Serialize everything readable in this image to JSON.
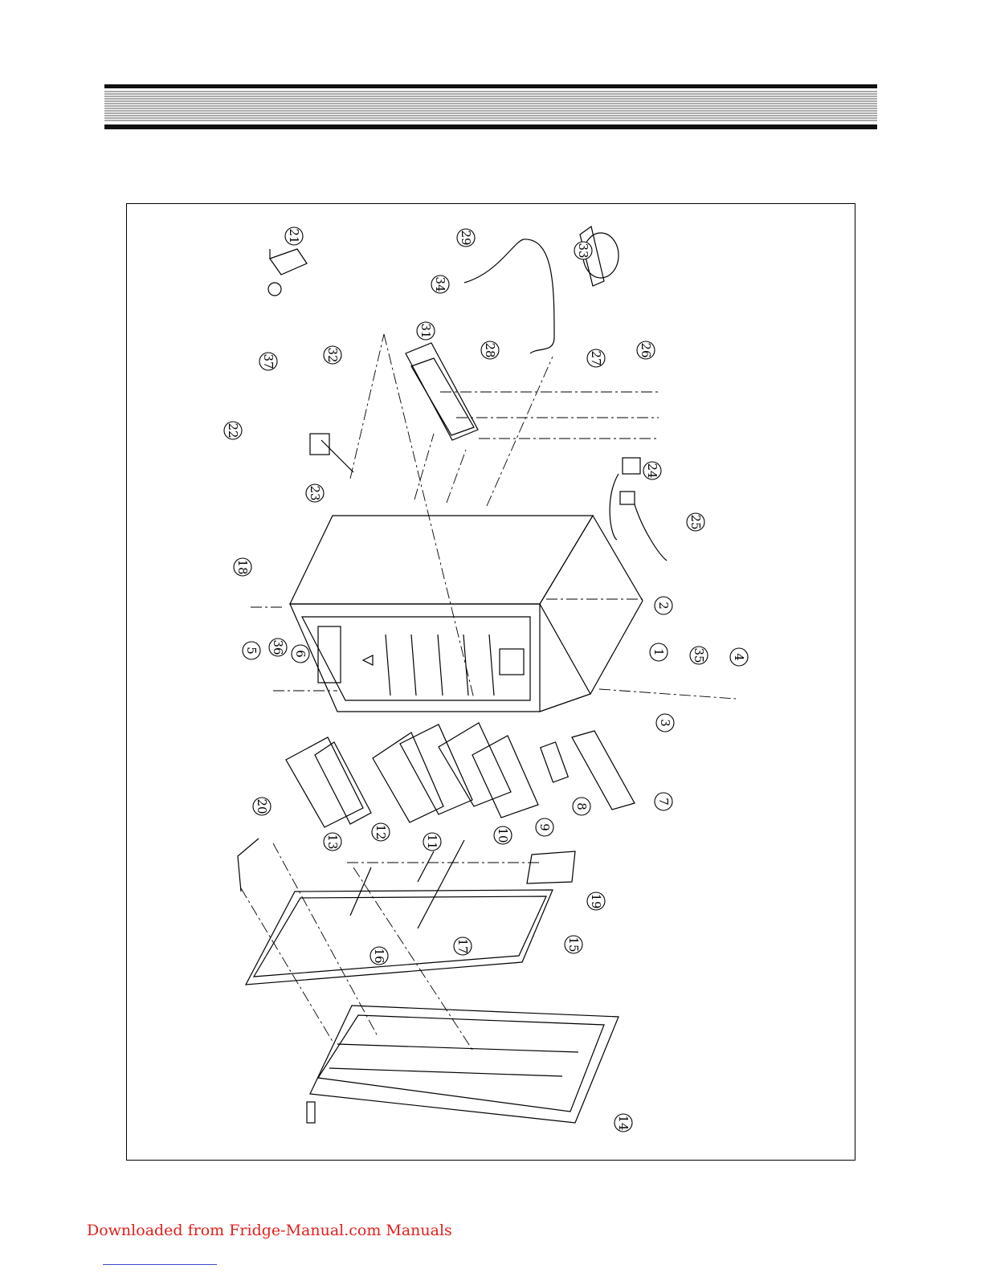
{
  "diagram": {
    "callouts": [
      "1",
      "2",
      "3",
      "4",
      "5",
      "6",
      "7",
      "8",
      "9",
      "10",
      "11",
      "12",
      "13",
      "14",
      "15",
      "16",
      "17",
      "18",
      "19",
      "20",
      "21",
      "22",
      "23",
      "24",
      "25",
      "26",
      "27",
      "28",
      "29",
      "31",
      "32",
      "33",
      "34",
      "35",
      "36",
      "37"
    ]
  },
  "footer": {
    "text": "Downloaded from Fridge-Manual.com Manuals",
    "color": "#e0201c"
  }
}
